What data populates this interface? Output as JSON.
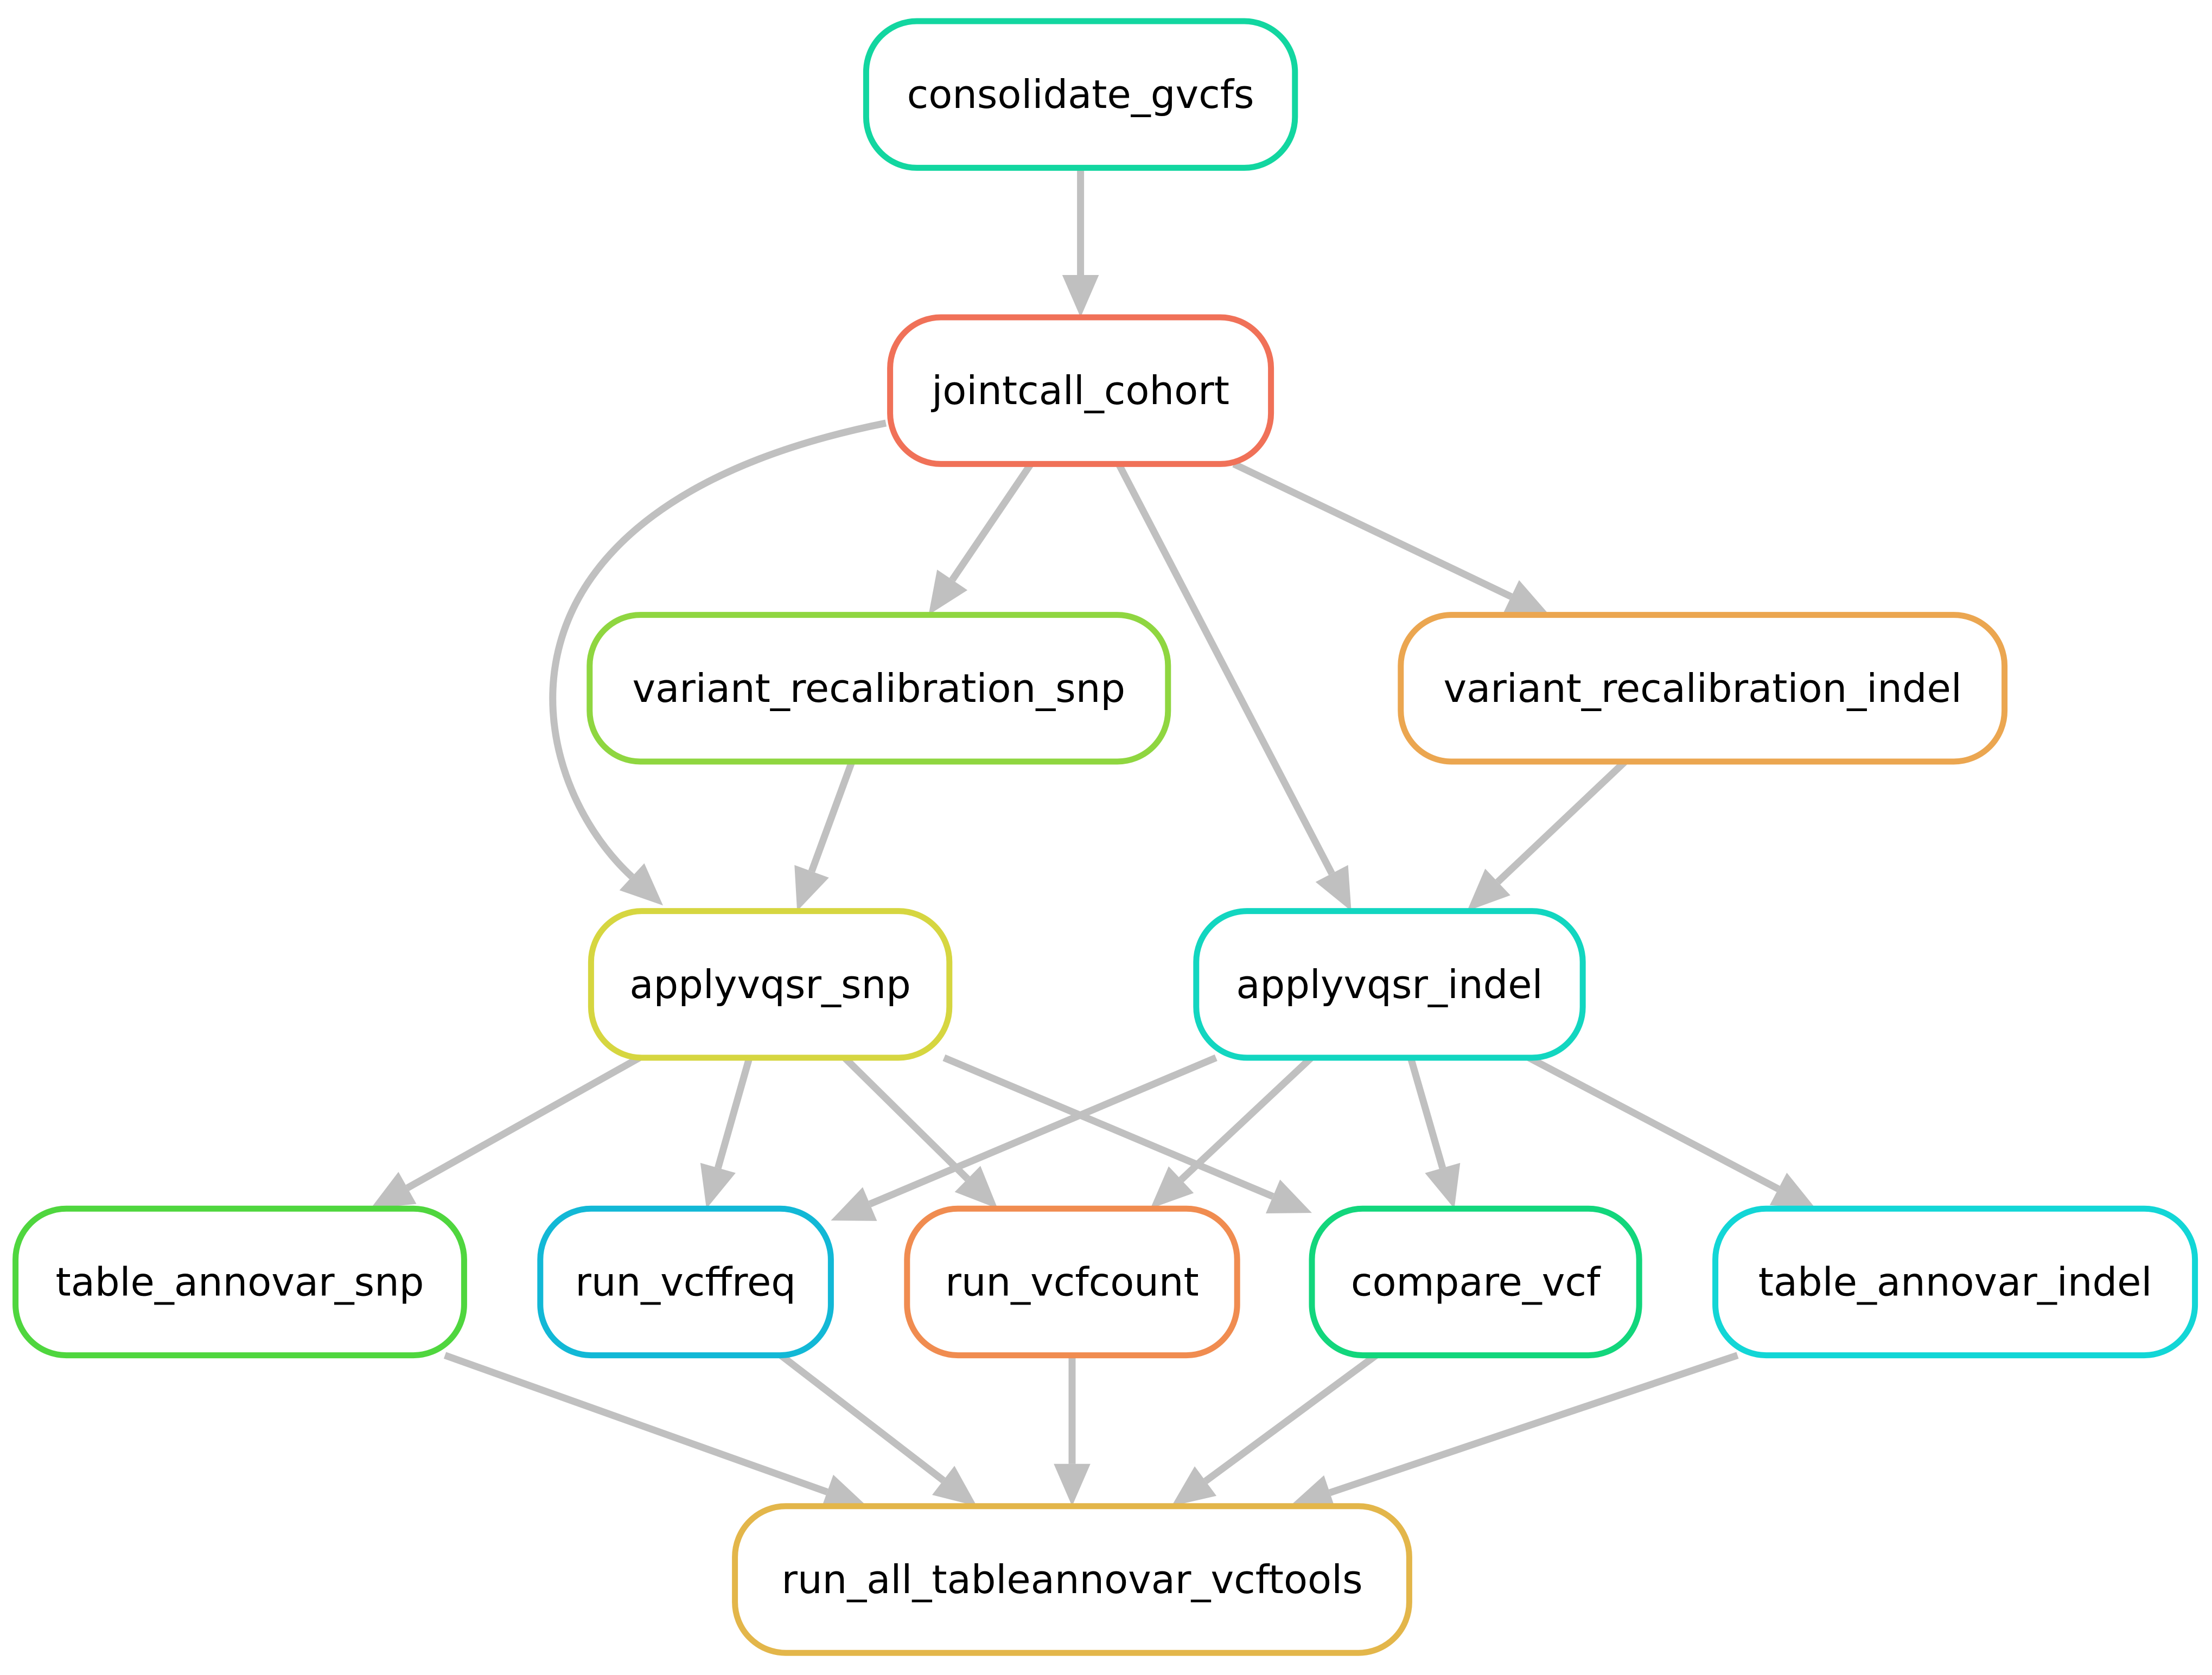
{
  "diagram": {
    "edge_color": "#c0c0c0",
    "nodes": [
      {
        "id": "consolidate_gvcfs",
        "label": "consolidate_gvcfs",
        "color": "#12d6a0"
      },
      {
        "id": "jointcall_cohort",
        "label": "jointcall_cohort",
        "color": "#f07158"
      },
      {
        "id": "variant_recalibration_snp",
        "label": "variant_recalibration_snp",
        "color": "#8fd640"
      },
      {
        "id": "variant_recalibration_indel",
        "label": "variant_recalibration_indel",
        "color": "#eba650"
      },
      {
        "id": "applyvqsr_snp",
        "label": "applyvqsr_snp",
        "color": "#d6d640"
      },
      {
        "id": "applyvqsr_indel",
        "label": "applyvqsr_indel",
        "color": "#12d6c0"
      },
      {
        "id": "table_annovar_snp",
        "label": "table_annovar_snp",
        "color": "#4fd63e"
      },
      {
        "id": "run_vcffreq",
        "label": "run_vcffreq",
        "color": "#12b8d6"
      },
      {
        "id": "run_vcfcount",
        "label": "run_vcfcount",
        "color": "#f08c50"
      },
      {
        "id": "compare_vcf",
        "label": "compare_vcf",
        "color": "#12d67c"
      },
      {
        "id": "table_annovar_indel",
        "label": "table_annovar_indel",
        "color": "#12d6d6"
      },
      {
        "id": "run_all_tableannovar_vcftools",
        "label": "run_all_tableannovar_vcftools",
        "color": "#e3b64a"
      }
    ],
    "edges": [
      {
        "from": "consolidate_gvcfs",
        "to": "jointcall_cohort"
      },
      {
        "from": "jointcall_cohort",
        "to": "variant_recalibration_snp"
      },
      {
        "from": "jointcall_cohort",
        "to": "variant_recalibration_indel"
      },
      {
        "from": "jointcall_cohort",
        "to": "applyvqsr_snp"
      },
      {
        "from": "jointcall_cohort",
        "to": "applyvqsr_indel"
      },
      {
        "from": "variant_recalibration_snp",
        "to": "applyvqsr_snp"
      },
      {
        "from": "variant_recalibration_indel",
        "to": "applyvqsr_indel"
      },
      {
        "from": "applyvqsr_snp",
        "to": "table_annovar_snp"
      },
      {
        "from": "applyvqsr_snp",
        "to": "run_vcffreq"
      },
      {
        "from": "applyvqsr_snp",
        "to": "run_vcfcount"
      },
      {
        "from": "applyvqsr_snp",
        "to": "compare_vcf"
      },
      {
        "from": "applyvqsr_indel",
        "to": "run_vcffreq"
      },
      {
        "from": "applyvqsr_indel",
        "to": "run_vcfcount"
      },
      {
        "from": "applyvqsr_indel",
        "to": "compare_vcf"
      },
      {
        "from": "applyvqsr_indel",
        "to": "table_annovar_indel"
      },
      {
        "from": "table_annovar_snp",
        "to": "run_all_tableannovar_vcftools"
      },
      {
        "from": "run_vcffreq",
        "to": "run_all_tableannovar_vcftools"
      },
      {
        "from": "run_vcfcount",
        "to": "run_all_tableannovar_vcftools"
      },
      {
        "from": "compare_vcf",
        "to": "run_all_tableannovar_vcftools"
      },
      {
        "from": "table_annovar_indel",
        "to": "run_all_tableannovar_vcftools"
      }
    ]
  }
}
